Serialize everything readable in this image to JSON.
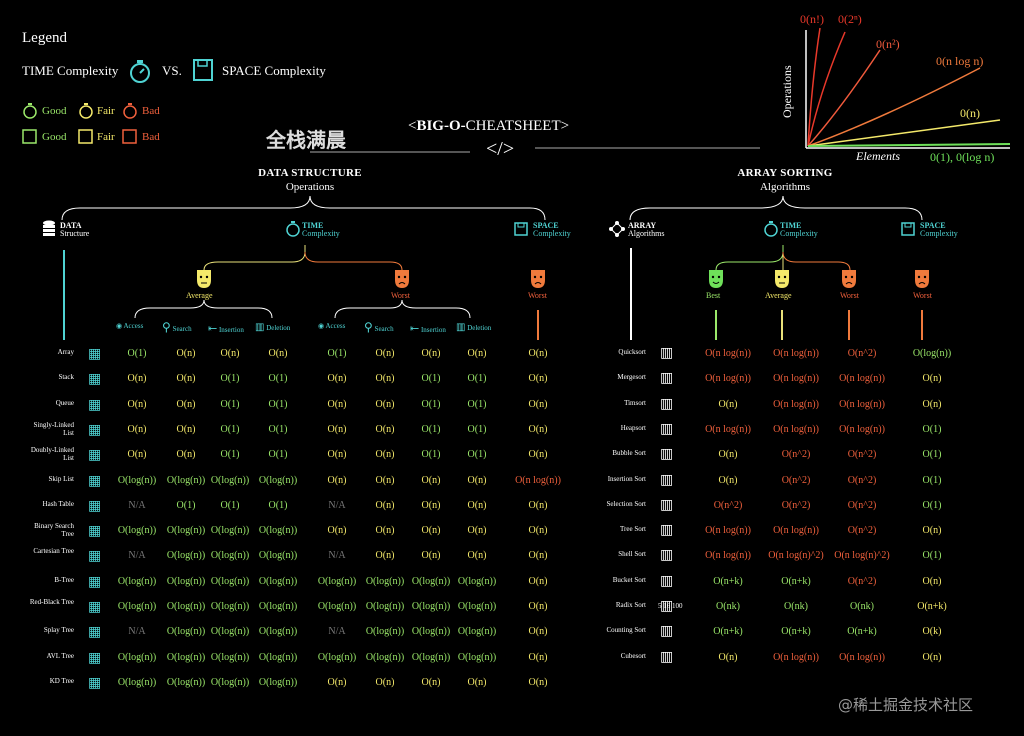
{
  "legend": {
    "title": "Legend",
    "time_label": "TIME Complexity",
    "vs": "VS.",
    "space_label": "SPACE Complexity",
    "grades": [
      "Good",
      "Fair",
      "Bad"
    ]
  },
  "title": {
    "watermark_cn": "全栈满晨",
    "main_left": "<",
    "main_bold": "BIG-O-",
    "main_rest": "CHEATSHEET>",
    "code_glyph": "</>"
  },
  "growth_chart": {
    "ylabel": "Operations",
    "xlabel": "Elements",
    "curves": [
      {
        "label": "0(n!)",
        "color": "#e8382a"
      },
      {
        "label": "0(2ⁿ)",
        "color": "#e8382a"
      },
      {
        "label": "0(n²)",
        "color": "#f05a3c"
      },
      {
        "label": "0(n log n)",
        "color": "#f07a3c"
      },
      {
        "label": "0(n)",
        "color": "#f4e96a"
      },
      {
        "label": "0(1), 0(log n)",
        "color": "#6fe05a"
      }
    ]
  },
  "ds": {
    "title": "DATA STRUCTURE",
    "subtitle": "Operations",
    "col_structure_a": "DATA",
    "col_structure_b": "Structure",
    "col_time_a": "TIME",
    "col_time_b": "Complexity",
    "col_space_a": "SPACE",
    "col_space_b": "Complexity",
    "avg": "Average",
    "worst": "Worst",
    "space_worst": "Worst",
    "ops": [
      "Access",
      "Search",
      "Insertion",
      "Deletion"
    ],
    "rows": [
      {
        "name": "Array",
        "v": [
          [
            "O(1)",
            "g"
          ],
          [
            "O(n)",
            "f"
          ],
          [
            "O(n)",
            "f"
          ],
          [
            "O(n)",
            "f"
          ],
          [
            "O(1)",
            "g"
          ],
          [
            "O(n)",
            "f"
          ],
          [
            "O(n)",
            "f"
          ],
          [
            "O(n)",
            "f"
          ],
          [
            "O(n)",
            "f"
          ]
        ]
      },
      {
        "name": "Stack",
        "v": [
          [
            "O(n)",
            "f"
          ],
          [
            "O(n)",
            "f"
          ],
          [
            "O(1)",
            "g"
          ],
          [
            "O(1)",
            "g"
          ],
          [
            "O(n)",
            "f"
          ],
          [
            "O(n)",
            "f"
          ],
          [
            "O(1)",
            "g"
          ],
          [
            "O(1)",
            "g"
          ],
          [
            "O(n)",
            "f"
          ]
        ]
      },
      {
        "name": "Queue",
        "v": [
          [
            "O(n)",
            "f"
          ],
          [
            "O(n)",
            "f"
          ],
          [
            "O(1)",
            "g"
          ],
          [
            "O(1)",
            "g"
          ],
          [
            "O(n)",
            "f"
          ],
          [
            "O(n)",
            "f"
          ],
          [
            "O(1)",
            "g"
          ],
          [
            "O(1)",
            "g"
          ],
          [
            "O(n)",
            "f"
          ]
        ]
      },
      {
        "name": "Singly-Linked List",
        "v": [
          [
            "O(n)",
            "f"
          ],
          [
            "O(n)",
            "f"
          ],
          [
            "O(1)",
            "g"
          ],
          [
            "O(1)",
            "g"
          ],
          [
            "O(n)",
            "f"
          ],
          [
            "O(n)",
            "f"
          ],
          [
            "O(1)",
            "g"
          ],
          [
            "O(1)",
            "g"
          ],
          [
            "O(n)",
            "f"
          ]
        ]
      },
      {
        "name": "Doubly-Linked List",
        "v": [
          [
            "O(n)",
            "f"
          ],
          [
            "O(n)",
            "f"
          ],
          [
            "O(1)",
            "g"
          ],
          [
            "O(1)",
            "g"
          ],
          [
            "O(n)",
            "f"
          ],
          [
            "O(n)",
            "f"
          ],
          [
            "O(1)",
            "g"
          ],
          [
            "O(1)",
            "g"
          ],
          [
            "O(n)",
            "f"
          ]
        ]
      },
      {
        "name": "Skip List",
        "v": [
          [
            "O(log(n))",
            "g"
          ],
          [
            "O(log(n))",
            "g"
          ],
          [
            "O(log(n))",
            "g"
          ],
          [
            "O(log(n))",
            "g"
          ],
          [
            "O(n)",
            "f"
          ],
          [
            "O(n)",
            "f"
          ],
          [
            "O(n)",
            "f"
          ],
          [
            "O(n)",
            "f"
          ],
          [
            "O(n log(n))",
            "b"
          ]
        ]
      },
      {
        "name": "Hash Table",
        "v": [
          [
            "N/A",
            "x"
          ],
          [
            "O(1)",
            "g"
          ],
          [
            "O(1)",
            "g"
          ],
          [
            "O(1)",
            "g"
          ],
          [
            "N/A",
            "x"
          ],
          [
            "O(n)",
            "f"
          ],
          [
            "O(n)",
            "f"
          ],
          [
            "O(n)",
            "f"
          ],
          [
            "O(n)",
            "f"
          ]
        ]
      },
      {
        "name": "Binary Search Tree",
        "v": [
          [
            "O(log(n))",
            "g"
          ],
          [
            "O(log(n))",
            "g"
          ],
          [
            "O(log(n))",
            "g"
          ],
          [
            "O(log(n))",
            "g"
          ],
          [
            "O(n)",
            "f"
          ],
          [
            "O(n)",
            "f"
          ],
          [
            "O(n)",
            "f"
          ],
          [
            "O(n)",
            "f"
          ],
          [
            "O(n)",
            "f"
          ]
        ]
      },
      {
        "name": "Cartesian Tree",
        "v": [
          [
            "N/A",
            "x"
          ],
          [
            "O(log(n))",
            "g"
          ],
          [
            "O(log(n))",
            "g"
          ],
          [
            "O(log(n))",
            "g"
          ],
          [
            "N/A",
            "x"
          ],
          [
            "O(n)",
            "f"
          ],
          [
            "O(n)",
            "f"
          ],
          [
            "O(n)",
            "f"
          ],
          [
            "O(n)",
            "f"
          ]
        ]
      },
      {
        "name": "B-Tree",
        "v": [
          [
            "O(log(n))",
            "g"
          ],
          [
            "O(log(n))",
            "g"
          ],
          [
            "O(log(n))",
            "g"
          ],
          [
            "O(log(n))",
            "g"
          ],
          [
            "O(log(n))",
            "g"
          ],
          [
            "O(log(n))",
            "g"
          ],
          [
            "O(log(n))",
            "g"
          ],
          [
            "O(log(n))",
            "g"
          ],
          [
            "O(n)",
            "f"
          ]
        ]
      },
      {
        "name": "Red-Black Tree",
        "v": [
          [
            "O(log(n))",
            "g"
          ],
          [
            "O(log(n))",
            "g"
          ],
          [
            "O(log(n))",
            "g"
          ],
          [
            "O(log(n))",
            "g"
          ],
          [
            "O(log(n))",
            "g"
          ],
          [
            "O(log(n))",
            "g"
          ],
          [
            "O(log(n))",
            "g"
          ],
          [
            "O(log(n))",
            "g"
          ],
          [
            "O(n)",
            "f"
          ]
        ]
      },
      {
        "name": "Splay Tree",
        "v": [
          [
            "N/A",
            "x"
          ],
          [
            "O(log(n))",
            "g"
          ],
          [
            "O(log(n))",
            "g"
          ],
          [
            "O(log(n))",
            "g"
          ],
          [
            "N/A",
            "x"
          ],
          [
            "O(log(n))",
            "g"
          ],
          [
            "O(log(n))",
            "g"
          ],
          [
            "O(log(n))",
            "g"
          ],
          [
            "O(n)",
            "f"
          ]
        ]
      },
      {
        "name": "AVL Tree",
        "v": [
          [
            "O(log(n))",
            "g"
          ],
          [
            "O(log(n))",
            "g"
          ],
          [
            "O(log(n))",
            "g"
          ],
          [
            "O(log(n))",
            "g"
          ],
          [
            "O(log(n))",
            "g"
          ],
          [
            "O(log(n))",
            "g"
          ],
          [
            "O(log(n))",
            "g"
          ],
          [
            "O(log(n))",
            "g"
          ],
          [
            "O(n)",
            "f"
          ]
        ]
      },
      {
        "name": "KD Tree",
        "v": [
          [
            "O(log(n))",
            "g"
          ],
          [
            "O(log(n))",
            "g"
          ],
          [
            "O(log(n))",
            "g"
          ],
          [
            "O(log(n))",
            "g"
          ],
          [
            "O(n)",
            "f"
          ],
          [
            "O(n)",
            "f"
          ],
          [
            "O(n)",
            "f"
          ],
          [
            "O(n)",
            "f"
          ],
          [
            "O(n)",
            "f"
          ]
        ]
      }
    ]
  },
  "as": {
    "title": "ARRAY SORTING",
    "subtitle": "Algorithms",
    "col_array_a": "ARRAY",
    "col_array_b": "Algorithms",
    "col_time_a": "TIME",
    "col_time_b": "Complexity",
    "col_space_a": "SPACE",
    "col_space_b": "Complexity",
    "best": "Best",
    "avg": "Average",
    "worst": "Worst",
    "space_worst": "Worst",
    "radix_digits": "5 16 100",
    "rows": [
      {
        "name": "Quicksort",
        "v": [
          [
            "O(n log(n))",
            "b"
          ],
          [
            "O(n log(n))",
            "b"
          ],
          [
            "O(n^2)",
            "b"
          ],
          [
            "O(log(n))",
            "g"
          ]
        ]
      },
      {
        "name": "Mergesort",
        "v": [
          [
            "O(n log(n))",
            "b"
          ],
          [
            "O(n log(n))",
            "b"
          ],
          [
            "O(n log(n))",
            "b"
          ],
          [
            "O(n)",
            "f"
          ]
        ]
      },
      {
        "name": "Timsort",
        "v": [
          [
            "O(n)",
            "f"
          ],
          [
            "O(n log(n))",
            "b"
          ],
          [
            "O(n log(n))",
            "b"
          ],
          [
            "O(n)",
            "f"
          ]
        ]
      },
      {
        "name": "Heapsort",
        "v": [
          [
            "O(n log(n))",
            "b"
          ],
          [
            "O(n log(n))",
            "b"
          ],
          [
            "O(n log(n))",
            "b"
          ],
          [
            "O(1)",
            "g"
          ]
        ]
      },
      {
        "name": "Bubble Sort",
        "v": [
          [
            "O(n)",
            "f"
          ],
          [
            "O(n^2)",
            "b"
          ],
          [
            "O(n^2)",
            "b"
          ],
          [
            "O(1)",
            "g"
          ]
        ]
      },
      {
        "name": "Insertion Sort",
        "v": [
          [
            "O(n)",
            "f"
          ],
          [
            "O(n^2)",
            "b"
          ],
          [
            "O(n^2)",
            "b"
          ],
          [
            "O(1)",
            "g"
          ]
        ]
      },
      {
        "name": "Selection Sort",
        "v": [
          [
            "O(n^2)",
            "b"
          ],
          [
            "O(n^2)",
            "b"
          ],
          [
            "O(n^2)",
            "b"
          ],
          [
            "O(1)",
            "g"
          ]
        ]
      },
      {
        "name": "Tree Sort",
        "v": [
          [
            "O(n log(n))",
            "b"
          ],
          [
            "O(n log(n))",
            "b"
          ],
          [
            "O(n^2)",
            "b"
          ],
          [
            "O(n)",
            "f"
          ]
        ]
      },
      {
        "name": "Shell Sort",
        "v": [
          [
            "O(n log(n))",
            "b"
          ],
          [
            "O(n log(n)^2)",
            "b"
          ],
          [
            "O(n log(n)^2)",
            "b"
          ],
          [
            "O(1)",
            "g"
          ]
        ]
      },
      {
        "name": "Bucket Sort",
        "v": [
          [
            "O(n+k)",
            "g"
          ],
          [
            "O(n+k)",
            "g"
          ],
          [
            "O(n^2)",
            "b"
          ],
          [
            "O(n)",
            "f"
          ]
        ]
      },
      {
        "name": "Radix Sort",
        "v": [
          [
            "O(nk)",
            "g"
          ],
          [
            "O(nk)",
            "g"
          ],
          [
            "O(nk)",
            "g"
          ],
          [
            "O(n+k)",
            "f"
          ]
        ]
      },
      {
        "name": "Counting Sort",
        "v": [
          [
            "O(n+k)",
            "g"
          ],
          [
            "O(n+k)",
            "g"
          ],
          [
            "O(n+k)",
            "g"
          ],
          [
            "O(k)",
            "f"
          ]
        ]
      },
      {
        "name": "Cubesort",
        "v": [
          [
            "O(n)",
            "f"
          ],
          [
            "O(n log(n))",
            "b"
          ],
          [
            "O(n log(n))",
            "b"
          ],
          [
            "O(n)",
            "f"
          ]
        ]
      }
    ]
  },
  "colors": {
    "good": "#9be86a",
    "fair": "#f4e96a",
    "bad": "#f0603c",
    "teal": "#4fd3d3",
    "na": "#777777"
  },
  "footer_watermark": "@稀土掘金技术社区"
}
